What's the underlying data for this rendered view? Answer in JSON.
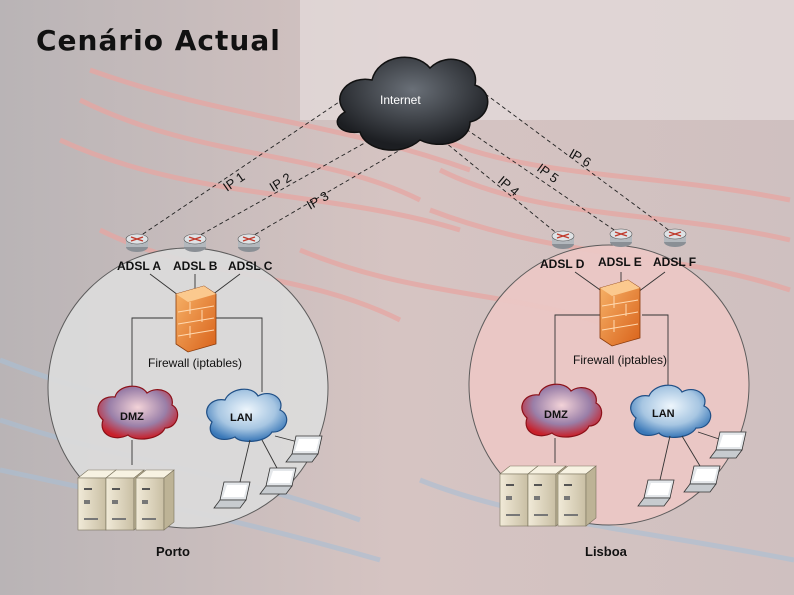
{
  "title": "Cenário Actual",
  "internet": {
    "label": "Internet"
  },
  "links": [
    "IP 1",
    "IP 2",
    "IP 3",
    "IP 4",
    "IP 5",
    "IP 6"
  ],
  "sites": [
    {
      "name": "Porto",
      "routers": [
        "ADSL A",
        "ADSL B",
        "ADSL C"
      ],
      "firewall": "Firewall (iptables)",
      "dmz": "DMZ",
      "lan": "LAN",
      "bg_color": "#dcdcdc"
    },
    {
      "name": "Lisboa",
      "routers": [
        "ADSL D",
        "ADSL E",
        "ADSL F"
      ],
      "firewall": "Firewall (iptables)",
      "dmz": "DMZ",
      "lan": "LAN",
      "bg_color": "#ecc8c6"
    }
  ],
  "colors": {
    "dmz": "#c8202a",
    "lan": "#3a78b8",
    "firewall": "#e87a25",
    "cloud": "#22252b"
  }
}
